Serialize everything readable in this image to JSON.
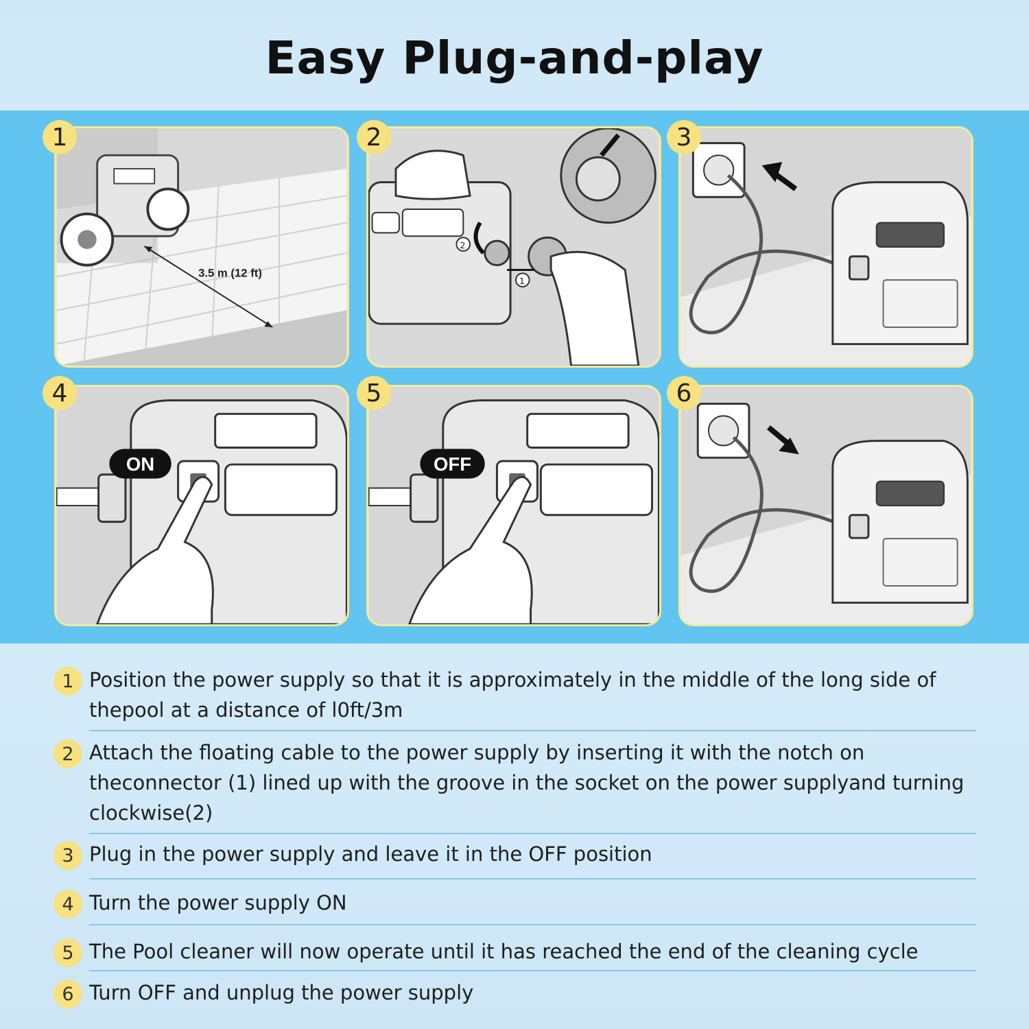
{
  "title": "Easy Plug-and-play",
  "panels": [
    {
      "number": "1",
      "distance_label": "3.5 m (12 ft)"
    },
    {
      "number": "2",
      "marker_1": "1",
      "marker_2": "2"
    },
    {
      "number": "3"
    },
    {
      "number": "4",
      "switch_label": "ON"
    },
    {
      "number": "5",
      "switch_label": "OFF"
    },
    {
      "number": "6"
    }
  ],
  "steps": [
    {
      "number": "1",
      "text": "Position the power supply so that it is approximately in the middle of the long side of thepool at a distance of l0ft/3m"
    },
    {
      "number": "2",
      "text": "Attach the floating cable to the power supply by inserting it with the notch on theconnector (1) lined up with the groove in the socket on the power supplyand turning clockwise(2)"
    },
    {
      "number": "3",
      "text": "Plug in the power supply and leave it in the OFF position"
    },
    {
      "number": "4",
      "text": "Turn the power supply ON"
    },
    {
      "number": "5",
      "text": "The Pool cleaner will now operate until it has reached the end of the cleaning cycle"
    },
    {
      "number": "6",
      "text": "Turn OFF and unplug the power supply"
    }
  ],
  "colors": {
    "band": "#62c4f0",
    "badge": "#f7e27f",
    "panel_border": "#f4ea9a",
    "divider": "#86c8e6"
  }
}
